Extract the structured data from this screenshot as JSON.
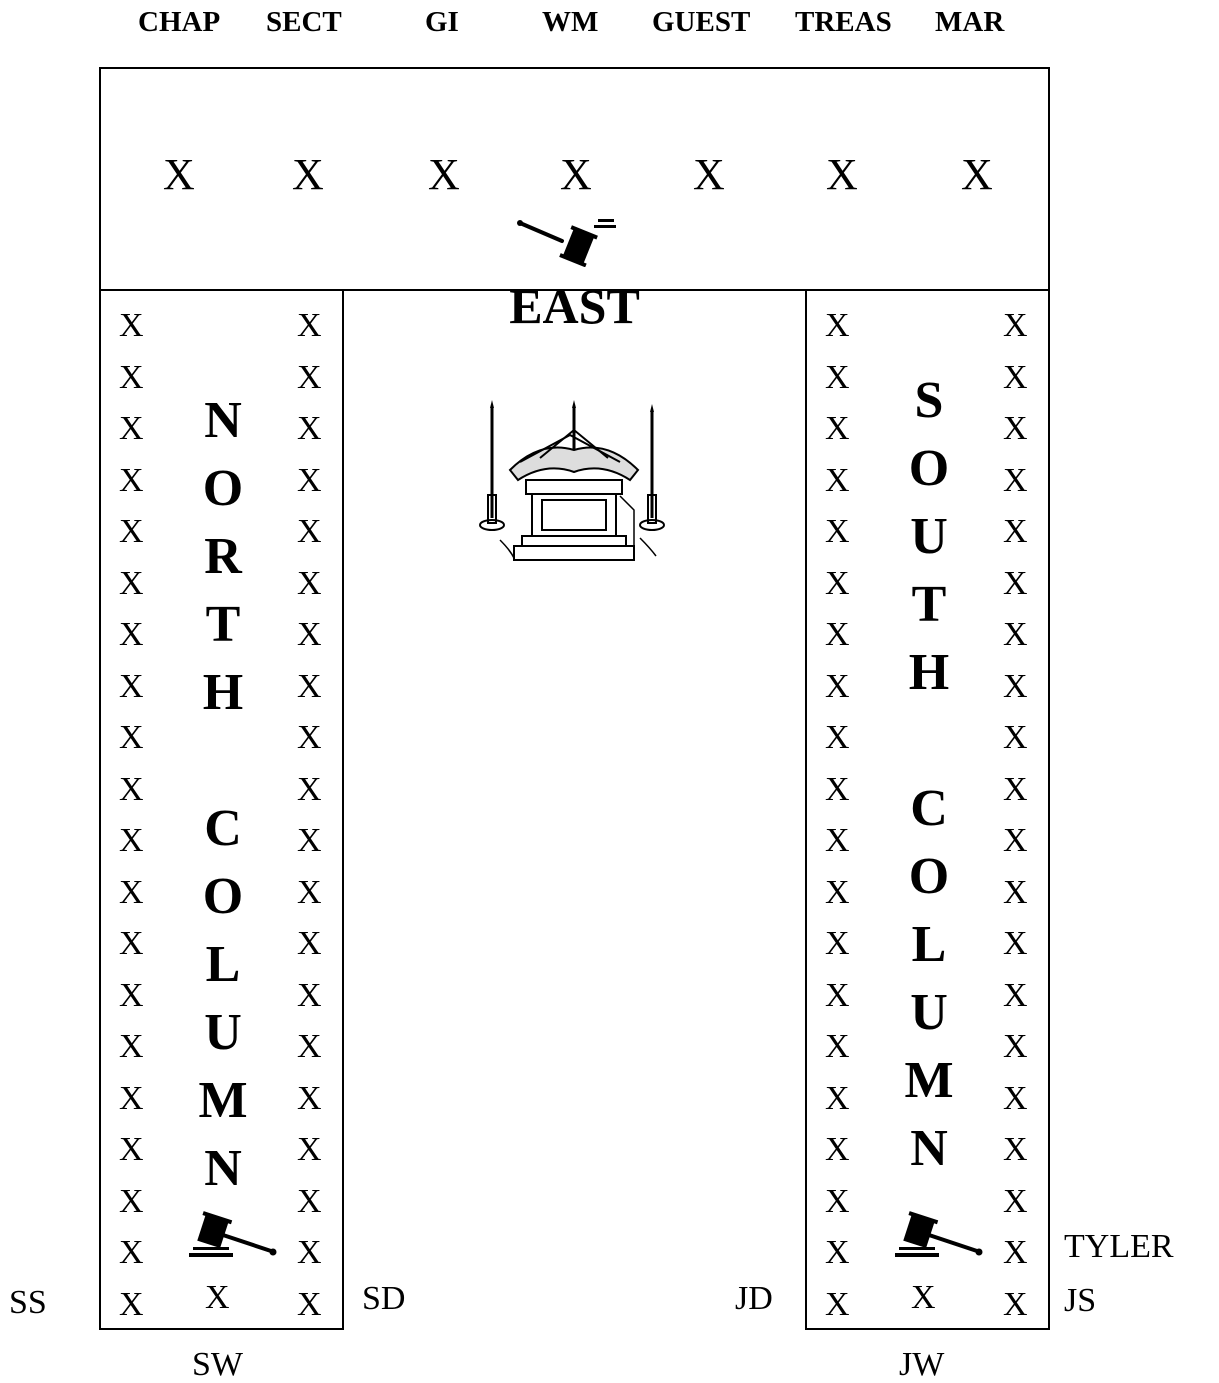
{
  "officers_top": [
    "CHAP",
    "SECT",
    "GI",
    "WM",
    "GUEST",
    "TREAS",
    "MAR"
  ],
  "east": {
    "marks": [
      "X",
      "X",
      "X",
      "X",
      "X",
      "X",
      "X"
    ],
    "title": "EAST"
  },
  "north_column": {
    "title_letters": [
      "N",
      "O",
      "R",
      "T",
      "H",
      "",
      "C",
      "O",
      "L",
      "U",
      "M",
      "N"
    ],
    "left_marks_count": 20,
    "right_marks_count": 20,
    "mark": "X",
    "bottom_center_mark": "X"
  },
  "south_column": {
    "title_letters": [
      "S",
      "O",
      "U",
      "T",
      "H",
      "",
      "C",
      "O",
      "L",
      "U",
      "M",
      "N"
    ],
    "left_marks_count": 20,
    "right_marks_count": 20,
    "mark": "X",
    "bottom_center_mark": "X"
  },
  "labels": {
    "ss": "SS",
    "sd": "SD",
    "sw": "SW",
    "jd": "JD",
    "jw": "JW",
    "tyler": "TYLER",
    "js": "JS"
  },
  "icons": [
    "gavel-icon",
    "altar-icon"
  ]
}
